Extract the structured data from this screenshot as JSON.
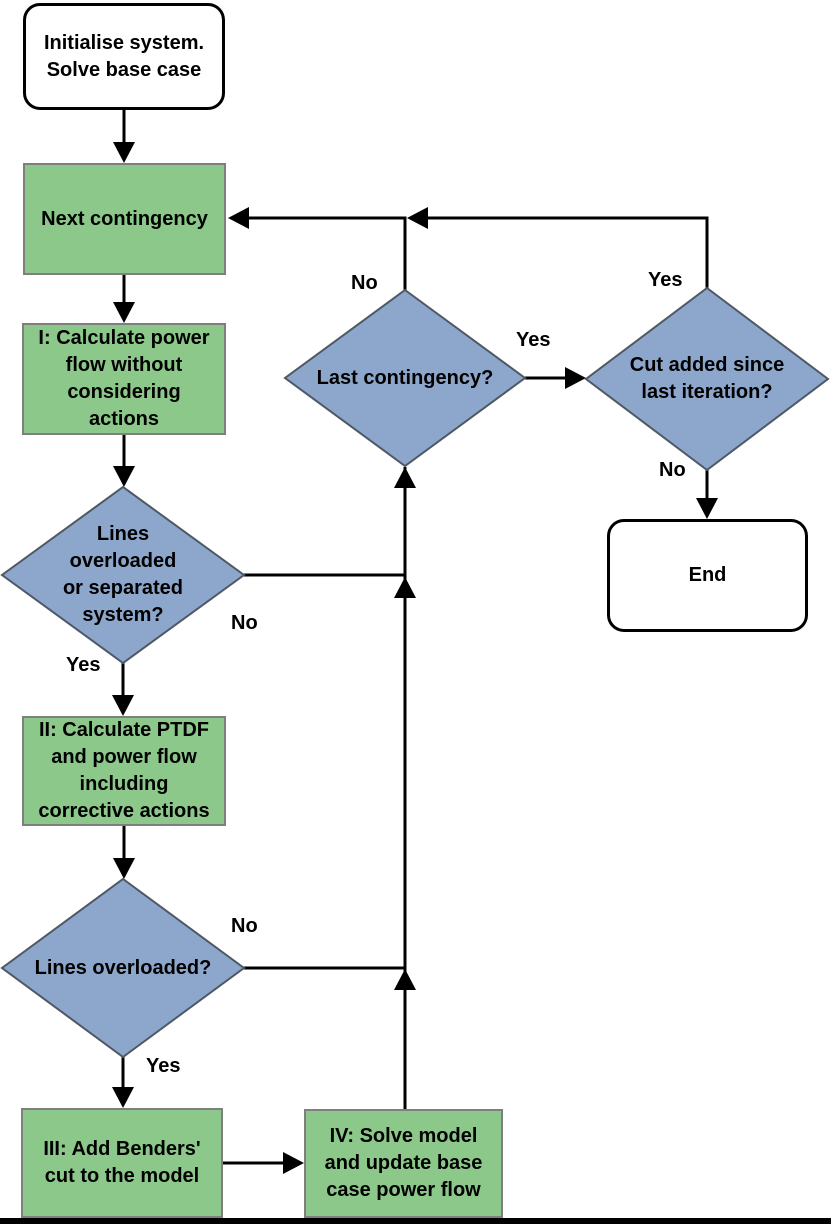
{
  "colors": {
    "process_fill": "#8CC88A",
    "process_border": "#7F7F7F",
    "decision_fill": "#8DA7CC",
    "decision_border": "#4E5864",
    "terminal_fill": "#FFFFFF",
    "terminal_border": "#000000",
    "line": "#000000",
    "text": "#000000"
  },
  "nodes": {
    "start": {
      "label": "Initialise system.\nSolve base case"
    },
    "next_contingency": {
      "label": "Next contingency"
    },
    "step1": {
      "label": "I: Calculate power\nflow without\nconsidering\nactions"
    },
    "decision_overload_sep": {
      "label": "Lines\noverloaded\nor separated\nsystem?"
    },
    "step2": {
      "label": "II: Calculate PTDF\nand power flow\nincluding\ncorrective actions"
    },
    "decision_overload": {
      "label": "Lines overloaded?"
    },
    "step3": {
      "label": "III: Add Benders'\ncut to the model"
    },
    "step4": {
      "label": "IV: Solve model\nand update base\ncase power flow"
    },
    "decision_last": {
      "label": "Last contingency?"
    },
    "decision_cut": {
      "label": "Cut added since\nlast iteration?"
    },
    "end": {
      "label": "End"
    }
  },
  "edge_labels": {
    "overload_sep_no": "No",
    "overload_sep_yes": "Yes",
    "overload_no": "No",
    "overload_yes": "Yes",
    "last_no": "No",
    "last_yes": "Yes",
    "cut_yes": "Yes",
    "cut_no": "No"
  }
}
